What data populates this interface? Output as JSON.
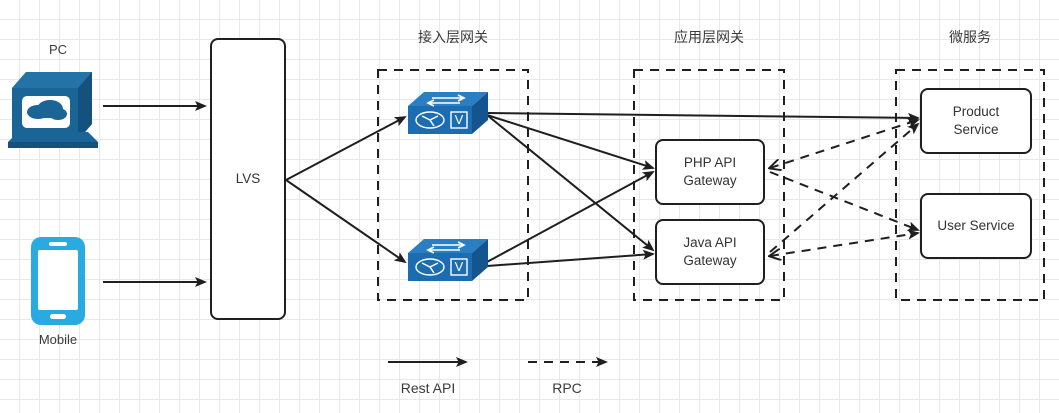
{
  "diagram": {
    "title_groups": [
      {
        "id": "access-gateway",
        "label": "接入层网关"
      },
      {
        "id": "app-gateway",
        "label": "应用层网关"
      },
      {
        "id": "microservice",
        "label": "微服务"
      }
    ],
    "clients": [
      {
        "id": "pc",
        "label": "PC",
        "icon": "desktop-computer-icon",
        "color": "#1a6496"
      },
      {
        "id": "mobile",
        "label": "Mobile",
        "icon": "smartphone-icon",
        "color": "#29abe2"
      }
    ],
    "balancer": {
      "id": "lvs",
      "label": "LVS"
    },
    "switches": [
      {
        "id": "switch-top",
        "icon": "network-switch-icon",
        "badge": "V",
        "color": "#1b6cb0"
      },
      {
        "id": "switch-bottom",
        "icon": "network-switch-icon",
        "badge": "V",
        "color": "#1b6cb0"
      }
    ],
    "gateways": [
      {
        "id": "php-api-gateway",
        "line1": "PHP API",
        "line2": "Gateway"
      },
      {
        "id": "java-api-gateway",
        "line1": "Java API",
        "line2": "Gateway"
      }
    ],
    "services": [
      {
        "id": "product-service",
        "line1": "Product",
        "line2": "Service"
      },
      {
        "id": "user-service",
        "line1": "User Service",
        "line2": ""
      }
    ],
    "legend": [
      {
        "id": "rest-api",
        "label": "Rest API",
        "style": "solid"
      },
      {
        "id": "rpc",
        "label": "RPC",
        "style": "dashed"
      }
    ],
    "colors": {
      "stroke": "#1f1f1f",
      "grid": "#e8e8e8",
      "text": "#333333",
      "switch_blue": "#1b6cb0",
      "pc_blue": "#1a6496",
      "mobile_blue": "#29abe2"
    }
  }
}
